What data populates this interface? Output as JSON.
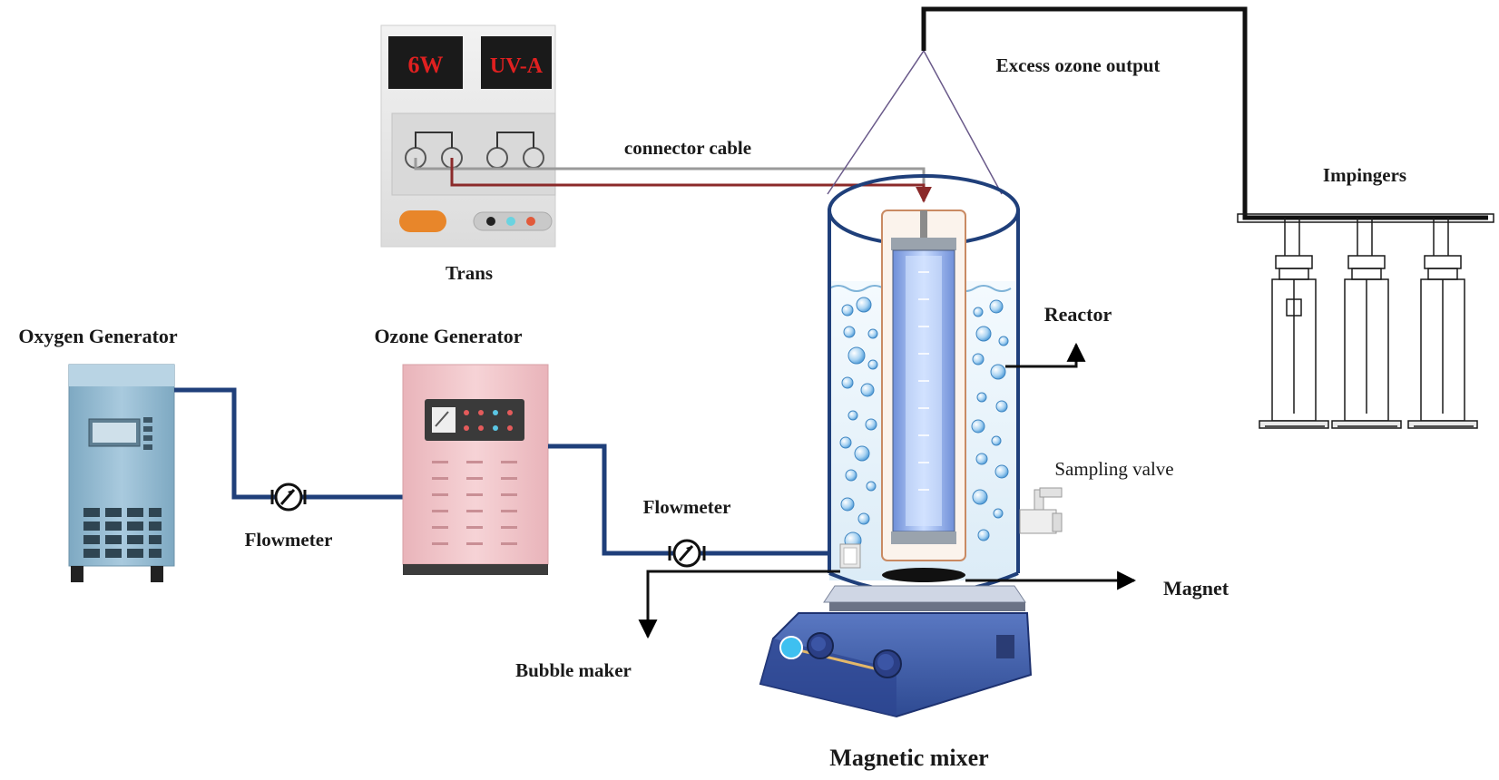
{
  "labels": {
    "excess_ozone_output": "Excess ozone output",
    "connector_cable": "connector cable",
    "trans": "Trans",
    "oxygen_generator": "Oxygen Generator",
    "ozone_generator": "Ozone Generator",
    "flowmeter_1": "Flowmeter",
    "flowmeter_2": "Flowmeter",
    "reactor": "Reactor",
    "impingers": "Impingers",
    "sampling_valve": "Sampling valve",
    "magnet": "Magnet",
    "bubble_maker": "Bubble maker",
    "magnetic_mixer": "Magnetic mixer"
  },
  "uv_power_supply": {
    "power_display": "6W",
    "lamp_display": "UV-A"
  },
  "colors": {
    "gas_line": "#1f3f7a",
    "cable_red": "#8b2a2a",
    "cable_gray": "#9a9a9a",
    "display_bg": "#1a1a1a",
    "display_text": "#e02020",
    "oxygen_body": "#8fb7cf",
    "ozone_body": "#f1c4c8",
    "mixer_body": "#3a58a6",
    "water": "#e8f4fb",
    "lamp": "#9fb9e8",
    "bubble": "#5aa7e0"
  },
  "icons": [
    "oxygen-generator-icon",
    "ozone-generator-icon",
    "flowmeter-icon",
    "uv-lamp-icon",
    "magnetic-stirrer-icon",
    "impinger-icon",
    "valve-icon",
    "power-supply-icon"
  ]
}
